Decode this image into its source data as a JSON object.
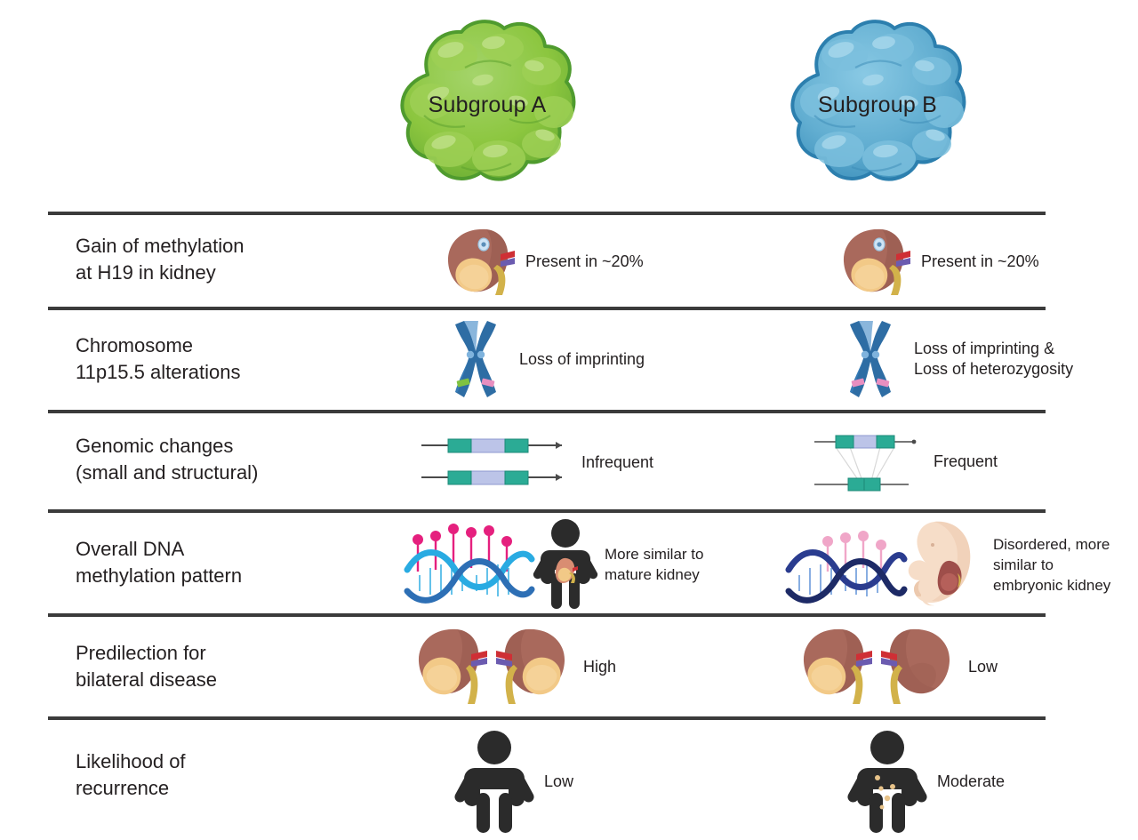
{
  "header": {
    "subgroup_a": {
      "label": "Subgroup A",
      "color": "#6cb33f",
      "shade": "#8dc63f",
      "outline": "#4f9b2e",
      "icon": "tumor-mass-icon"
    },
    "subgroup_b": {
      "label": "Subgroup B",
      "color": "#5aa7cd",
      "shade": "#76bcdd",
      "outline": "#3d8db8",
      "icon": "tumor-mass-icon"
    }
  },
  "rows": [
    {
      "label": "Gain of methylation\nat H19 in kidney",
      "a": {
        "icon": "kidney-with-tumor-icon",
        "value": "Present in ~20%"
      },
      "b": {
        "icon": "kidney-with-tumor-icon",
        "value": "Present in ~20%"
      }
    },
    {
      "label": "Chromosome\n11p15.5 alterations",
      "a": {
        "icon": "chromosome-icon",
        "value": "Loss of imprinting"
      },
      "b": {
        "icon": "chromosome-icon",
        "value": "Loss of imprinting &\nLoss of heterozygosity"
      }
    },
    {
      "label": "Genomic changes\n(small and structural)",
      "a": {
        "icon": "gene-segment-pair-icon",
        "value": "Infrequent"
      },
      "b": {
        "icon": "gene-translocation-icon",
        "value": "Frequent"
      }
    },
    {
      "label": "Overall DNA\nmethylation pattern",
      "a": {
        "icon": "dna-helix-methylation-icon",
        "value": "More similar to\nmature kidney"
      },
      "b": {
        "icon": "dna-helix-methylation-icon",
        "value": "Disordered, more\nsimilar to\nembryonic kidney"
      }
    },
    {
      "label": "Predilection for\nbilateral disease",
      "a": {
        "icon": "bilateral-kidneys-icon",
        "value": "High"
      },
      "b": {
        "icon": "bilateral-kidneys-icon",
        "value": "Low"
      }
    },
    {
      "label": "Likelihood of\nrecurrence",
      "a": {
        "icon": "child-figure-icon",
        "value": "Low"
      },
      "b": {
        "icon": "child-figure-spotted-icon",
        "value": "Moderate"
      }
    }
  ],
  "colors": {
    "divider": "#3b3b3b",
    "text": "#231f20",
    "kidney_body": "#a9695c",
    "kidney_tumor": "#f2c987",
    "chromosome": "#2e6da4",
    "chromosome_band_green": "#7fc241",
    "chromosome_band_pink": "#e88fc0",
    "gene_box_teal": "#2bab95",
    "gene_box_lavender": "#bcc4e8",
    "dna_a": "#29abe2",
    "dna_b": "#2a3c8f",
    "methyl_a": "#e5207e",
    "methyl_b": "#f0a6c8",
    "figure_dark": "#2b2b2b",
    "fetus_skin": "#f6ddc8"
  }
}
